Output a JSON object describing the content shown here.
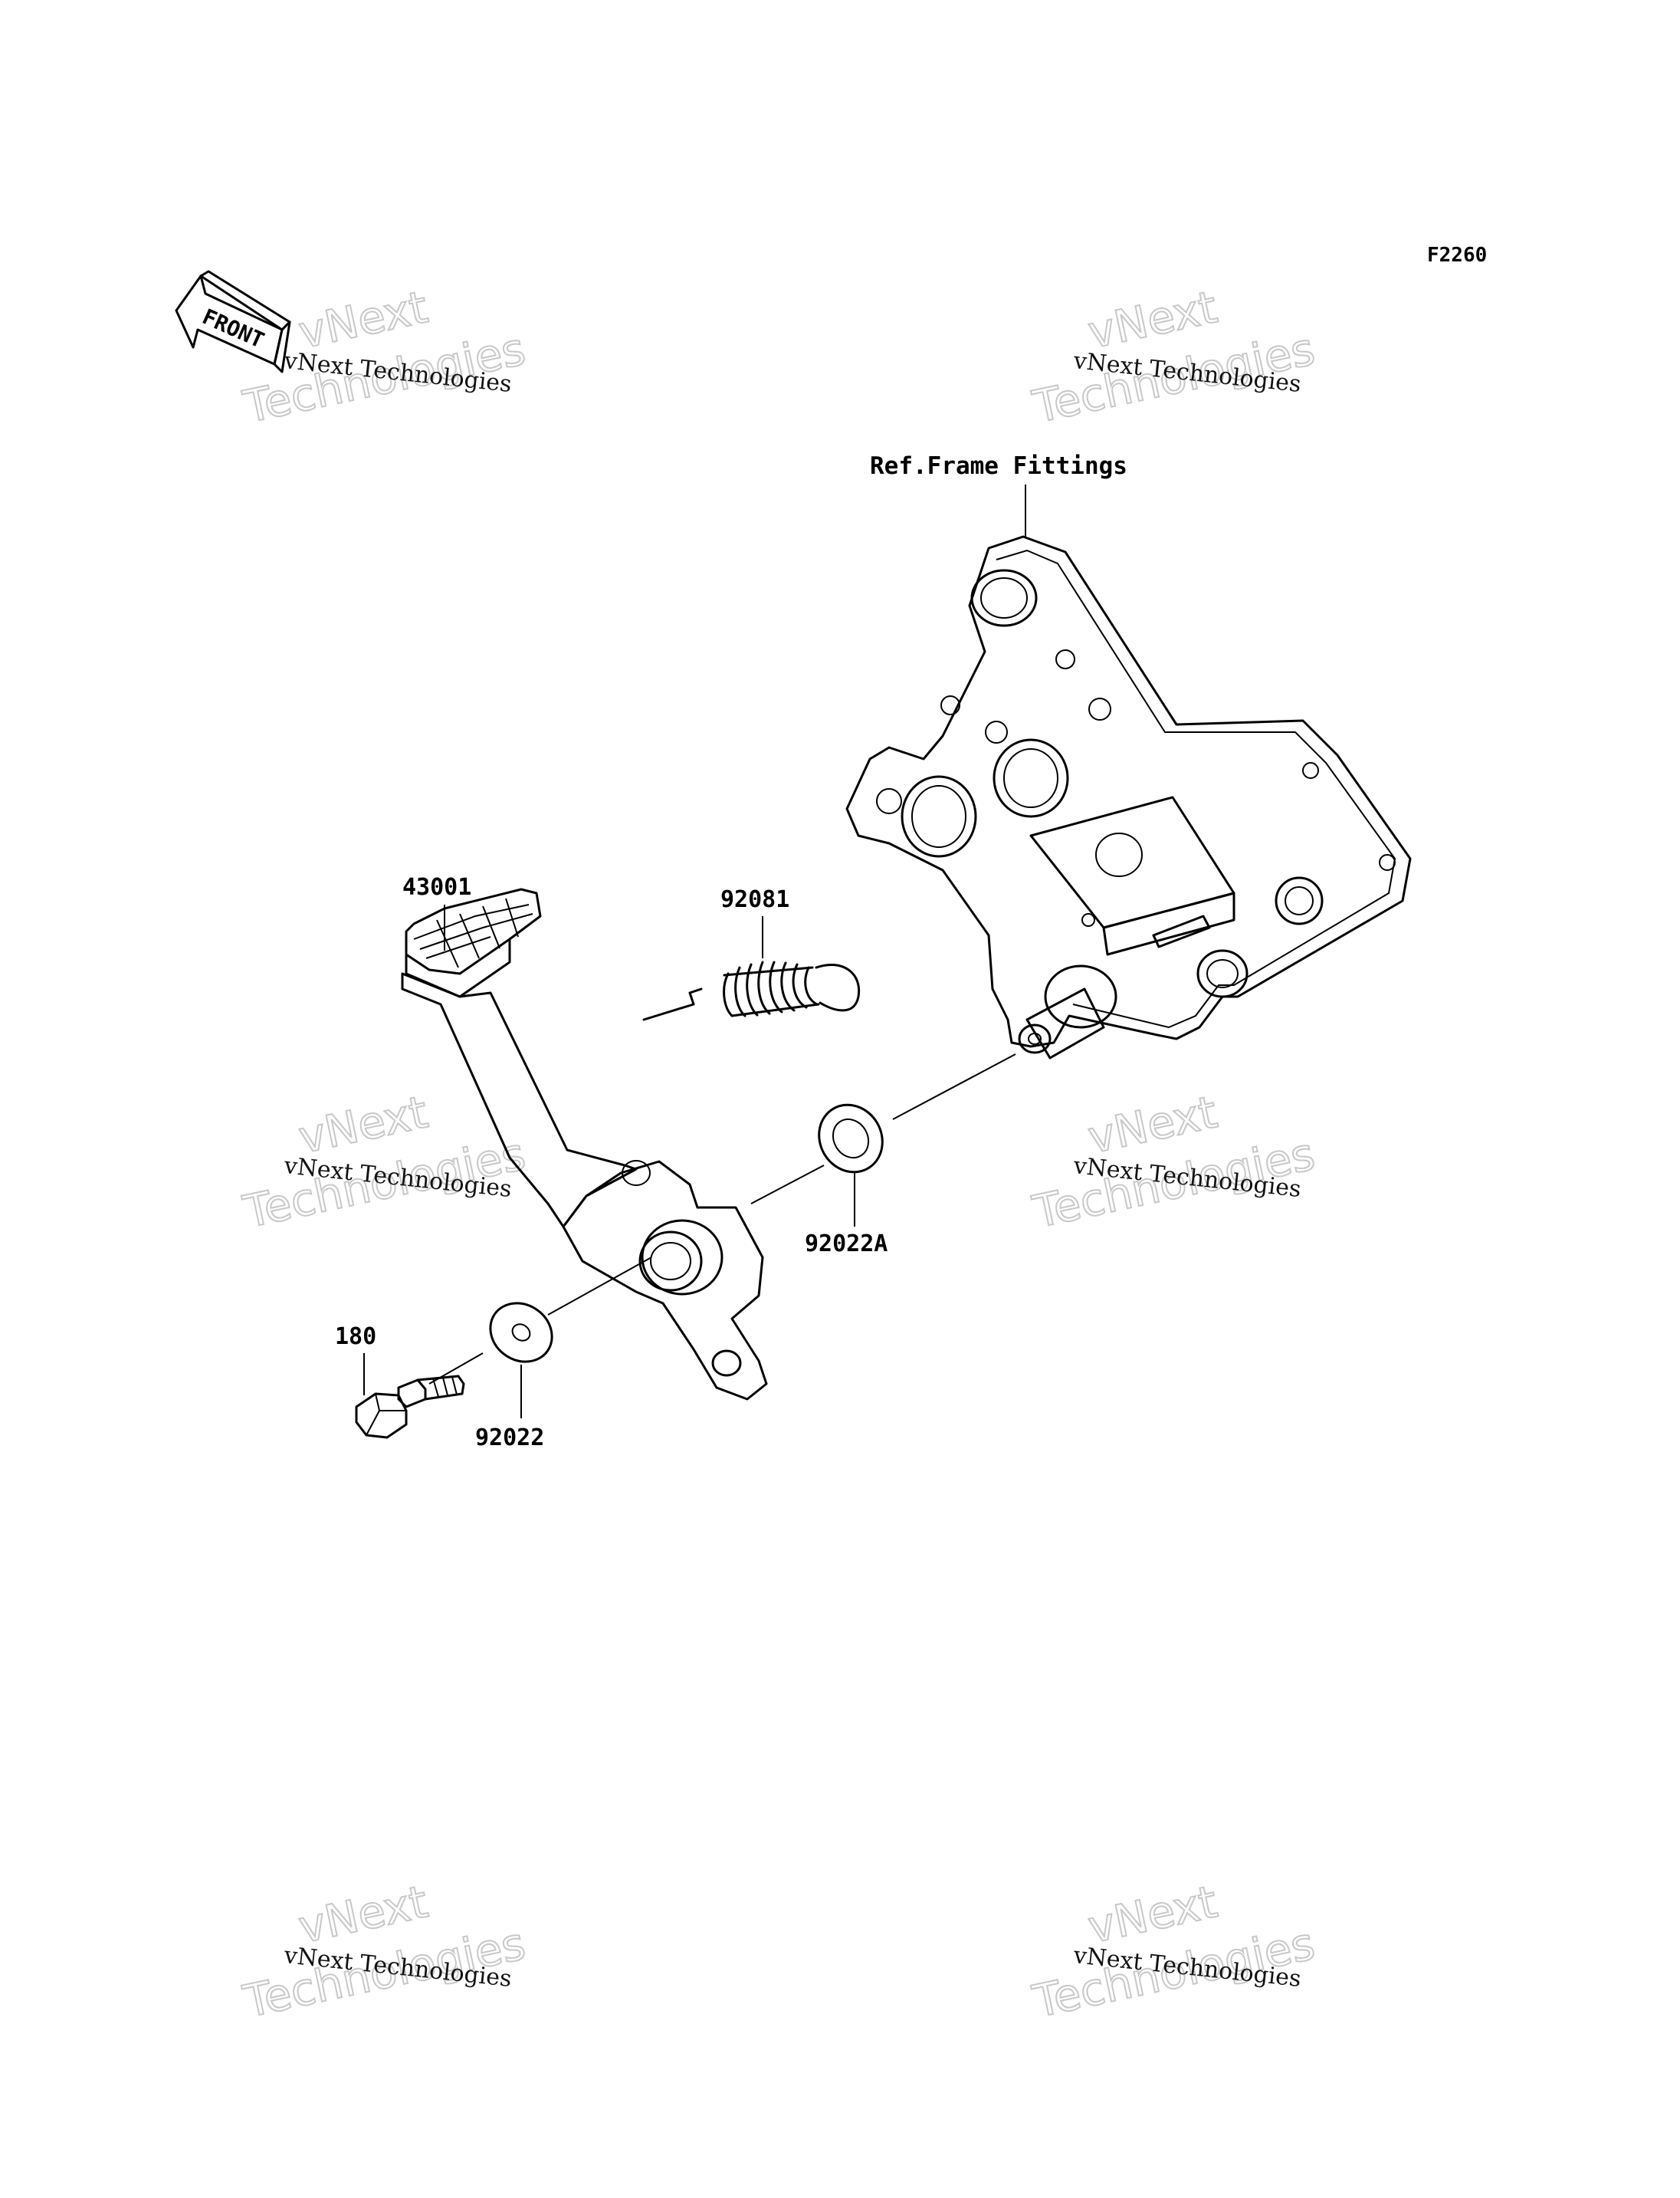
{
  "figure_code": "F2260",
  "front_arrow_label": "FRONT",
  "watermark": {
    "line_small": "vNext Technologies",
    "line_big_1": "vNext",
    "line_big_2": "Technologies"
  },
  "callouts": {
    "frame_ref": "Ref.Frame Fittings",
    "pedal": "43001",
    "spring": "92081",
    "washer_a": "92022A",
    "washer": "92022",
    "bolt": "180"
  }
}
